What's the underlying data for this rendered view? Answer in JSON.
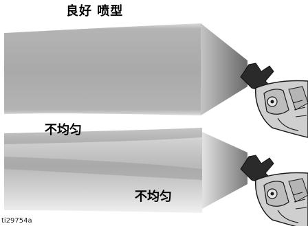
{
  "labels": {
    "title": "良好 喷型",
    "uneven_top": "不均匀",
    "uneven_bottom": "不均匀",
    "figure_id": "ti29754a"
  },
  "colors": {
    "spray_fill": "#aaaaaa",
    "spray_light": "#e8e8e8",
    "gun_fill": "#cfcfcf",
    "gun_outline": "#1a1a1a"
  }
}
